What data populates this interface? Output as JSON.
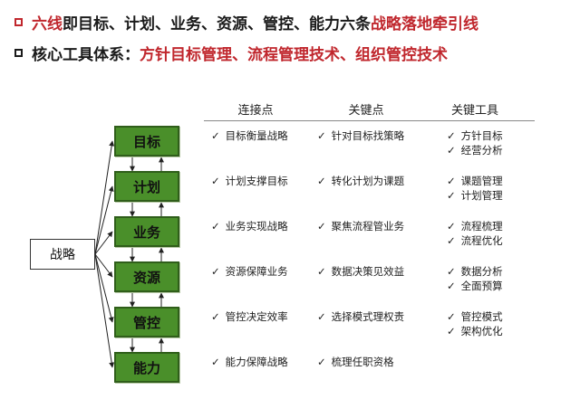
{
  "header": {
    "line1": {
      "prefix": "六线",
      "middle": "即目标、计划、业务、资源、管控、能力六条",
      "suffix": "战略落地牵引线"
    },
    "line2": {
      "prefix": "核心工具体系：",
      "accent": "方针目标管理、流程管理技术、组织管控技术"
    }
  },
  "diagram": {
    "root": "战略",
    "columns": [
      "连接点",
      "关键点",
      "关键工具"
    ],
    "check_mark": "✓",
    "steps": [
      {
        "label": "目标",
        "connect": "目标衡量战略",
        "key": "针对目标找策略",
        "tools": [
          "方针目标",
          "经营分析"
        ]
      },
      {
        "label": "计划",
        "connect": "计划支撑目标",
        "key": "转化计划为课题",
        "tools": [
          "课题管理",
          "计划管理"
        ]
      },
      {
        "label": "业务",
        "connect": "业务实现战略",
        "key": "聚焦流程管业务",
        "tools": [
          "流程梳理",
          "流程优化"
        ]
      },
      {
        "label": "资源",
        "connect": "资源保障业务",
        "key": "数据决策见效益",
        "tools": [
          "数据分析",
          "全面预算"
        ]
      },
      {
        "label": "管控",
        "connect": "管控决定效率",
        "key": "选择模式理权责",
        "tools": [
          "管控模式",
          "架构优化"
        ]
      },
      {
        "label": "能力",
        "connect": "能力保障战略",
        "key": "梳理任职资格",
        "tools": []
      }
    ]
  }
}
